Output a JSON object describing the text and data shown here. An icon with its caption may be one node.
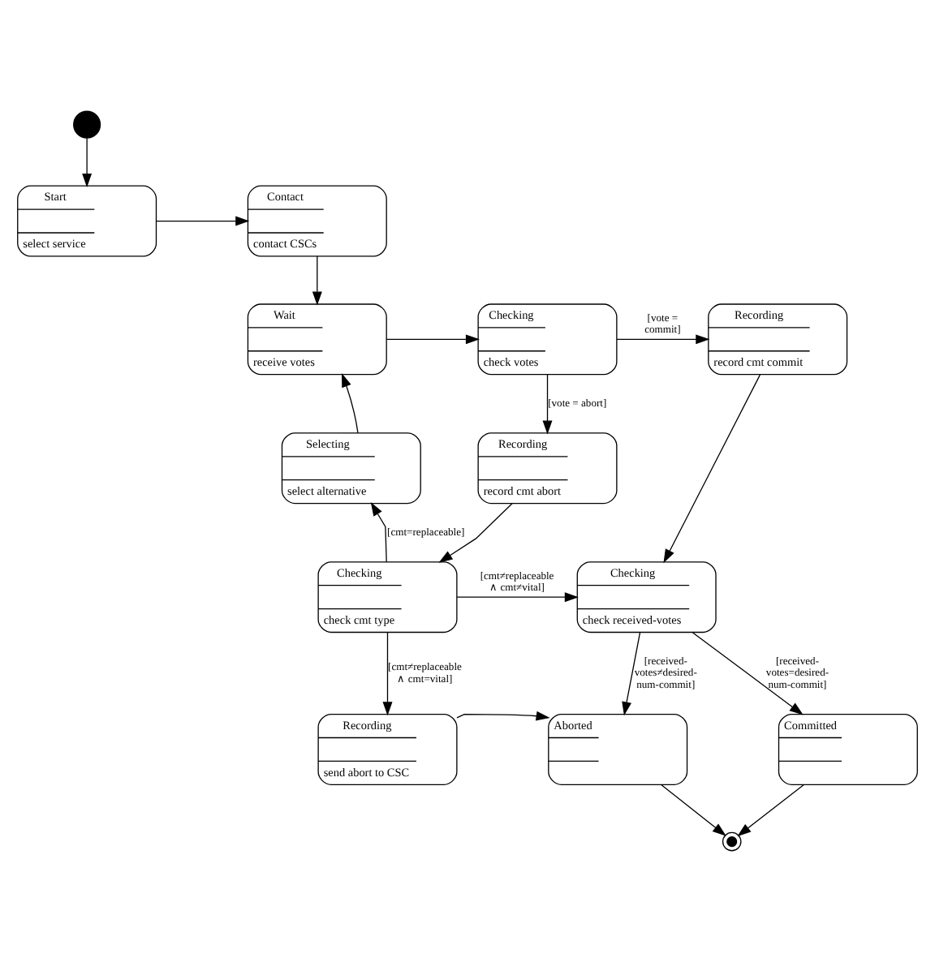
{
  "diagram": {
    "nodes": [
      {
        "text": [],
        "shape": "circle"
      },
      {
        "text": [
          "Start",
          "select service"
        ]
      },
      {
        "text": [
          "Contact",
          "contact CSCs"
        ]
      },
      {
        "text": [
          "Wait",
          "receive votes"
        ]
      },
      {
        "text": [
          "Checking",
          "check votes"
        ]
      },
      {
        "text": [
          "Recording",
          "record cmt commit"
        ]
      },
      {
        "text": [
          "Selecting",
          "select alternative"
        ]
      },
      {
        "text": [
          "Recording",
          "record cmt abort"
        ]
      },
      {
        "text": [
          "Checking",
          "check cmt type"
        ]
      },
      {
        "text": [
          "Checking",
          "check received-votes"
        ]
      },
      {
        "text": [
          "Recording",
          "send abort to CSC"
        ]
      },
      {
        "text": [
          "Aborted"
        ]
      },
      {
        "text": [
          "Committed"
        ]
      },
      {
        "text": [],
        "shape": "circle"
      }
    ],
    "edges": [
      {
        "from": 0,
        "to": 1,
        "arrow": "to"
      },
      {
        "from": 1,
        "to": 2,
        "arrow": "to"
      },
      {
        "from": 2,
        "to": 3,
        "arrow": "to"
      },
      {
        "from": 3,
        "to": 4,
        "arrow": "to"
      },
      {
        "from": 4,
        "to": 5,
        "arrow": "to",
        "label": "[vote = commit]"
      },
      {
        "from": 4,
        "to": 7,
        "arrow": "to",
        "label": "[vote = abort]"
      },
      {
        "from": 7,
        "to": 8,
        "arrow": "to"
      },
      {
        "from": 8,
        "to": 6,
        "arrow": "to",
        "label": "[cmt=replaceable]"
      },
      {
        "from": 6,
        "to": 3,
        "arrow": "to"
      },
      {
        "from": 8,
        "to": 9,
        "arrow": "to",
        "label": "[cmt≠replaceable ∧ cmt≠vital]"
      },
      {
        "from": 5,
        "to": 9,
        "arrow": "to"
      },
      {
        "from": 8,
        "to": 10,
        "arrow": "to",
        "label": "[cmt≠replaceable ∧ cmt=vital]"
      },
      {
        "from": 10,
        "to": 11,
        "arrow": "to"
      },
      {
        "from": 9,
        "to": 11,
        "arrow": "to",
        "label": "[received-votes≠desired-num-commit]"
      },
      {
        "from": 9,
        "to": 12,
        "arrow": "to",
        "label": "[received-votes=desired-num-commit]"
      },
      {
        "from": 11,
        "to": 13,
        "arrow": "to"
      },
      {
        "from": 12,
        "to": 13,
        "arrow": "to"
      }
    ]
  }
}
